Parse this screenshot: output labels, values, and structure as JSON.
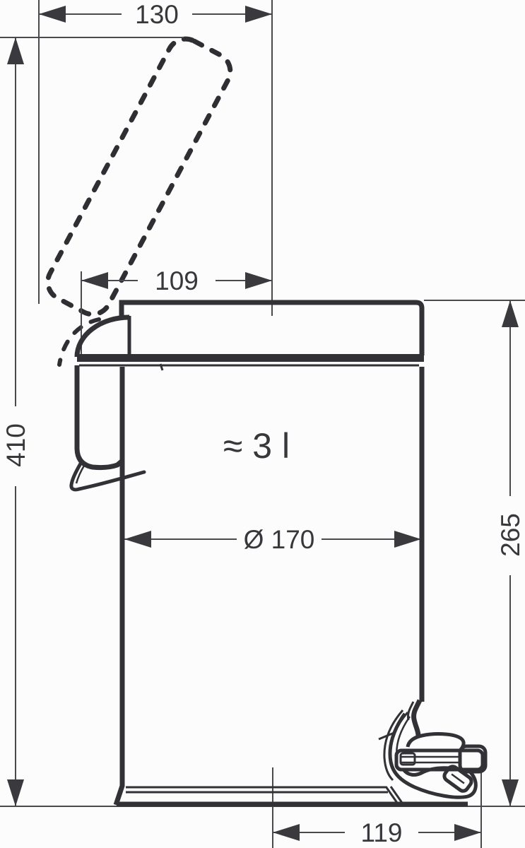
{
  "drawing": {
    "kind": "technical-dimension-drawing",
    "subject": "pedal waste bin side view with open lid shown dashed",
    "capacity": {
      "label": "≈ 3 l",
      "value_litres": 3
    },
    "dimensions": {
      "lid_open_width_top": {
        "label": "130",
        "value": 130
      },
      "lid_depth": {
        "label": "109",
        "value": 109
      },
      "total_height_open": {
        "label": "410",
        "value": 410
      },
      "body_height": {
        "label": "265",
        "value": 265
      },
      "diameter": {
        "label": "Ø 170",
        "value": 170
      },
      "pedal_reach": {
        "label": "119",
        "value": 119
      }
    },
    "line_color": "#323236",
    "background_color": "#fcfcfc"
  }
}
